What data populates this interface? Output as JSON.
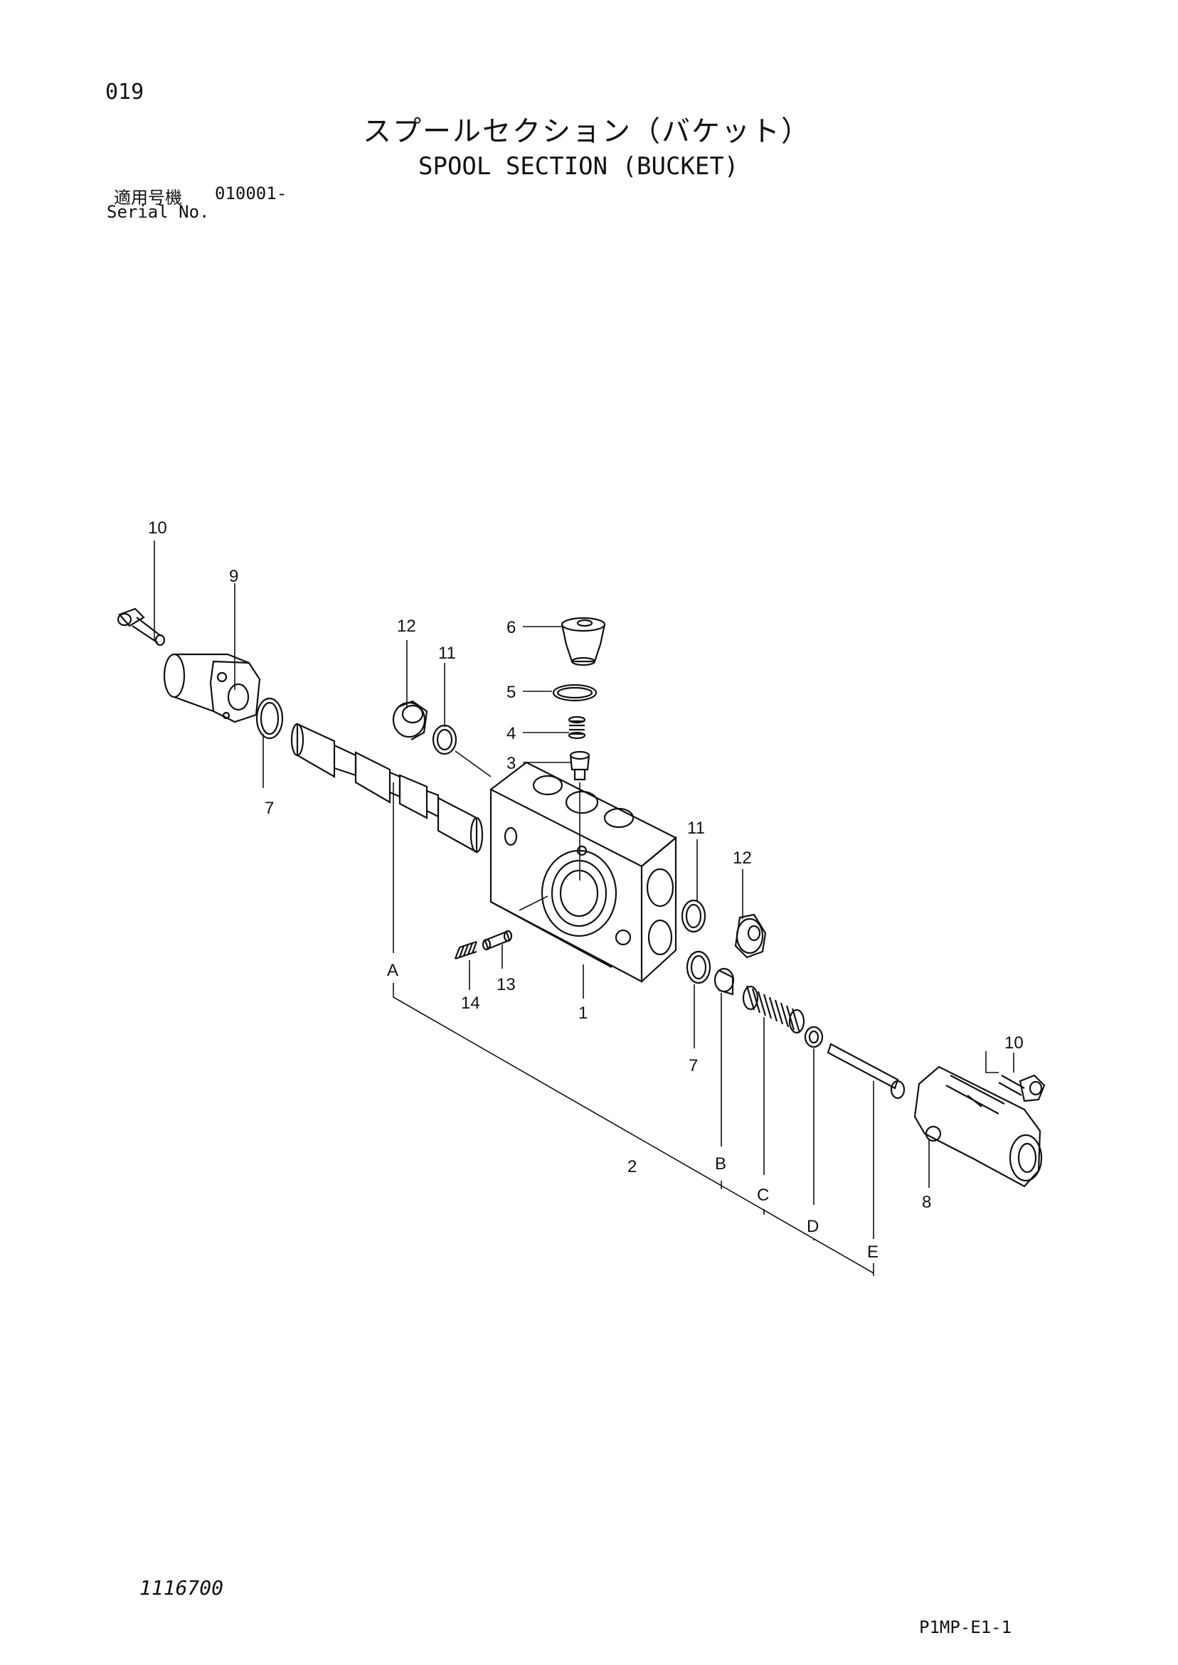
{
  "header": {
    "page_number": "019",
    "title_jp": "スプールセクション（バケット）",
    "title_en": "SPOOL SECTION (BUCKET)",
    "serial_label_jp": "適用号機",
    "serial_value": "010001-",
    "serial_label_en": "Serial No."
  },
  "callouts": {
    "c1": "1",
    "c2": "2",
    "c3": "3",
    "c4": "4",
    "c5": "5",
    "c6": "6",
    "c7a": "7",
    "c7b": "7",
    "c8": "8",
    "c9": "9",
    "c10a": "10",
    "c10b": "10",
    "c11a": "11",
    "c11b": "11",
    "c12a": "12",
    "c12b": "12",
    "c13": "13",
    "c14": "14",
    "cA": "A",
    "cB": "B",
    "cC": "C",
    "cD": "D",
    "cE": "E"
  },
  "footer": {
    "reference_code": "1116700",
    "page_code": "P1MP-E1-1"
  }
}
